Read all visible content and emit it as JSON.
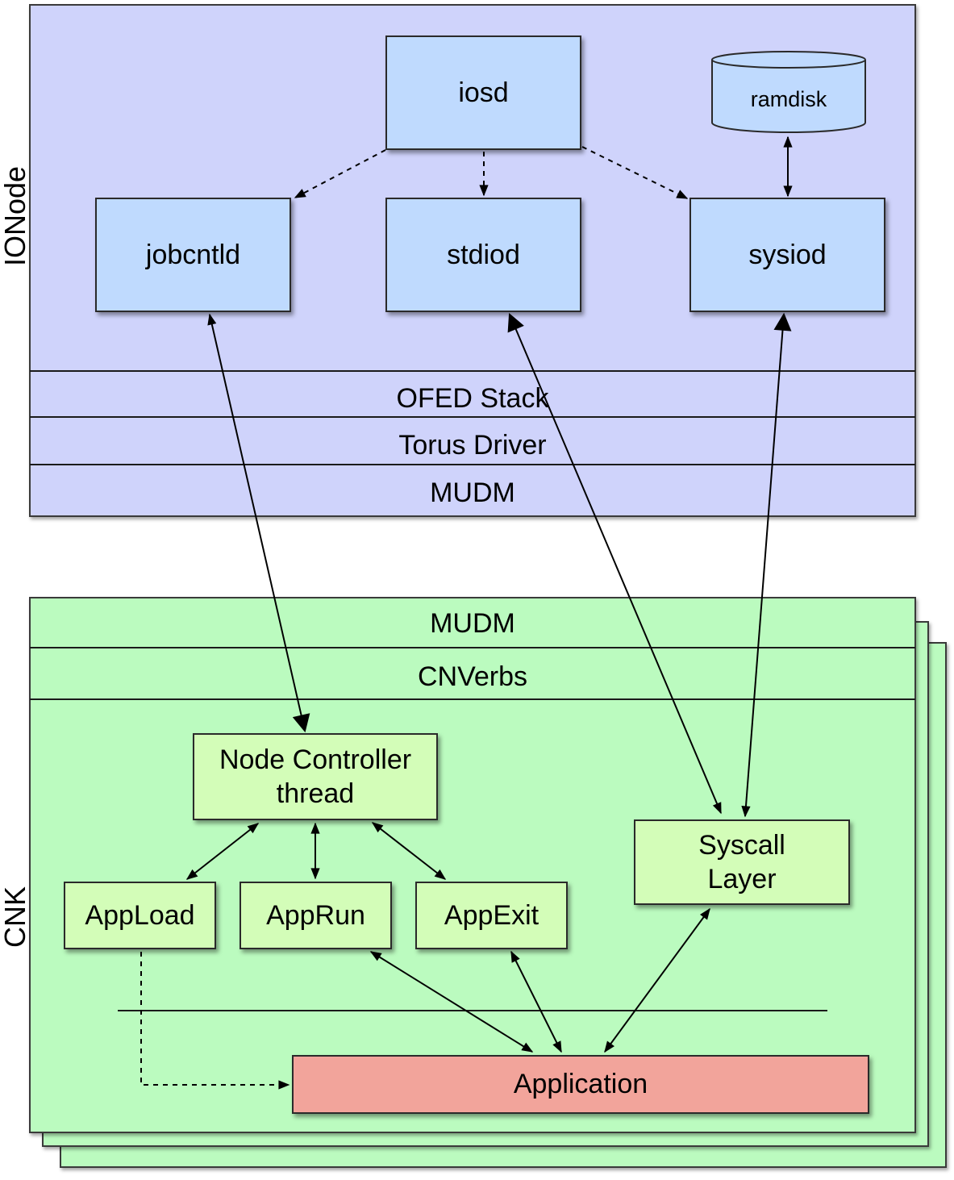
{
  "ionode": {
    "label": "IONode",
    "iosd": "iosd",
    "ramdisk": "ramdisk",
    "jobcntld": "jobcntld",
    "stdiod": "stdiod",
    "sysiod": "sysiod",
    "layers": [
      "OFED Stack",
      "Torus Driver",
      "MUDM"
    ]
  },
  "cnk": {
    "label": "CNK",
    "layers": [
      "MUDM",
      "CNVerbs"
    ],
    "node_controller": [
      "Node Controller",
      "thread"
    ],
    "appload": "AppLoad",
    "apprun": "AppRun",
    "appexit": "AppExit",
    "syscall": [
      "Syscall",
      "Layer"
    ],
    "application": "Application"
  },
  "colors": {
    "ionode_bg": "#cfd3fb",
    "cnk_bg": "#bbfbbf",
    "blue_box": "#bfdafe",
    "green_box": "#d3fdb8",
    "application_box": "#f2a49b"
  }
}
